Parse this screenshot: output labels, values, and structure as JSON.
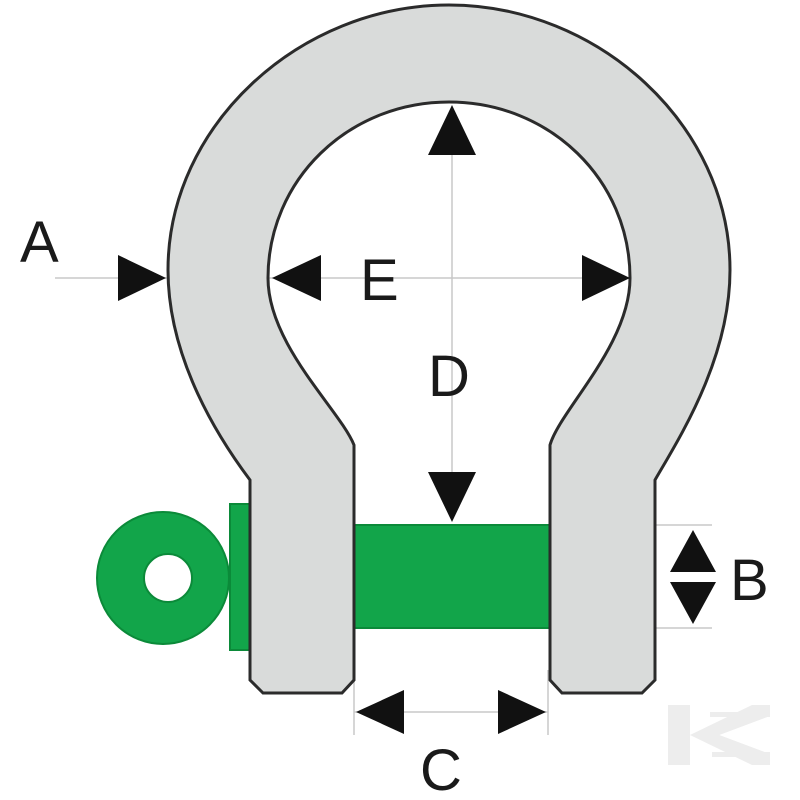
{
  "labels": {
    "a": "A",
    "b": "B",
    "c": "C",
    "d": "D",
    "e": "E"
  },
  "colors": {
    "body": "#d9dbda",
    "body_outline": "#2b2b2b",
    "pin": "#12a54a",
    "pin_dark": "#0b8a39",
    "arrow": "#111111",
    "guide_line": "#c8c8c8",
    "logo": "#ededed"
  },
  "icons": {
    "logo": "k-logo-icon"
  }
}
